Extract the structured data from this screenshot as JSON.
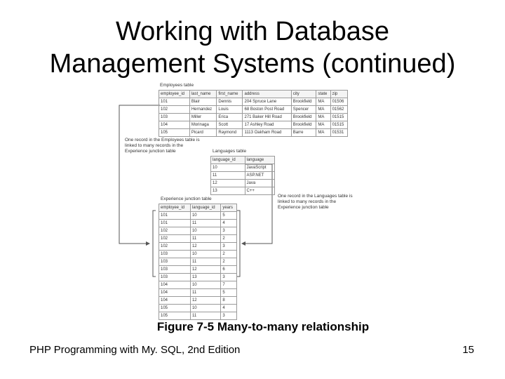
{
  "title_line1": "Working with Database",
  "title_line2": "Management Systems (continued)",
  "employees": {
    "caption": "Employees table",
    "headers": [
      "employee_id",
      "last_name",
      "first_name",
      "address",
      "city",
      "state",
      "zip"
    ],
    "rows": [
      [
        "101",
        "Blair",
        "Dennis",
        "204 Spruce Lane",
        "Brookfield",
        "MA",
        "01506"
      ],
      [
        "102",
        "Hernandez",
        "Louis",
        "68 Boston Post Road",
        "Spencer",
        "MA",
        "01562"
      ],
      [
        "103",
        "Miller",
        "Erica",
        "271 Baker Hill Road",
        "Brookfield",
        "MA",
        "01515"
      ],
      [
        "104",
        "Morinaga",
        "Scott",
        "17 Ashley Road",
        "Brookfield",
        "MA",
        "01515"
      ],
      [
        "105",
        "Picard",
        "Raymond",
        "1113 Oakham Road",
        "Barre",
        "MA",
        "01531"
      ]
    ]
  },
  "note_left": "One record in the Employees table is linked to many records in the Experience junction table",
  "languages": {
    "caption": "Languages table",
    "headers": [
      "language_id",
      "language"
    ],
    "rows": [
      [
        "10",
        "JavaScript"
      ],
      [
        "11",
        "ASP.NET"
      ],
      [
        "12",
        "Java"
      ],
      [
        "13",
        "C++"
      ]
    ]
  },
  "note_right": "One record in the Languages table is linked to many records in the Experience junction table",
  "experience": {
    "caption": "Experience junction table",
    "headers": [
      "employee_id",
      "language_id",
      "years"
    ],
    "rows": [
      [
        "101",
        "10",
        "5"
      ],
      [
        "101",
        "11",
        "4"
      ],
      [
        "102",
        "10",
        "3"
      ],
      [
        "102",
        "11",
        "2"
      ],
      [
        "102",
        "12",
        "3"
      ],
      [
        "103",
        "10",
        "2"
      ],
      [
        "103",
        "11",
        "2"
      ],
      [
        "103",
        "12",
        "6"
      ],
      [
        "103",
        "13",
        "3"
      ],
      [
        "104",
        "10",
        "7"
      ],
      [
        "104",
        "11",
        "5"
      ],
      [
        "104",
        "12",
        "8"
      ],
      [
        "105",
        "10",
        "4"
      ],
      [
        "105",
        "11",
        "3"
      ]
    ]
  },
  "caption": "Figure 7-5 Many-to-many relationship",
  "footer_left": "PHP Programming with My. SQL, 2nd Edition",
  "page_number": "15"
}
